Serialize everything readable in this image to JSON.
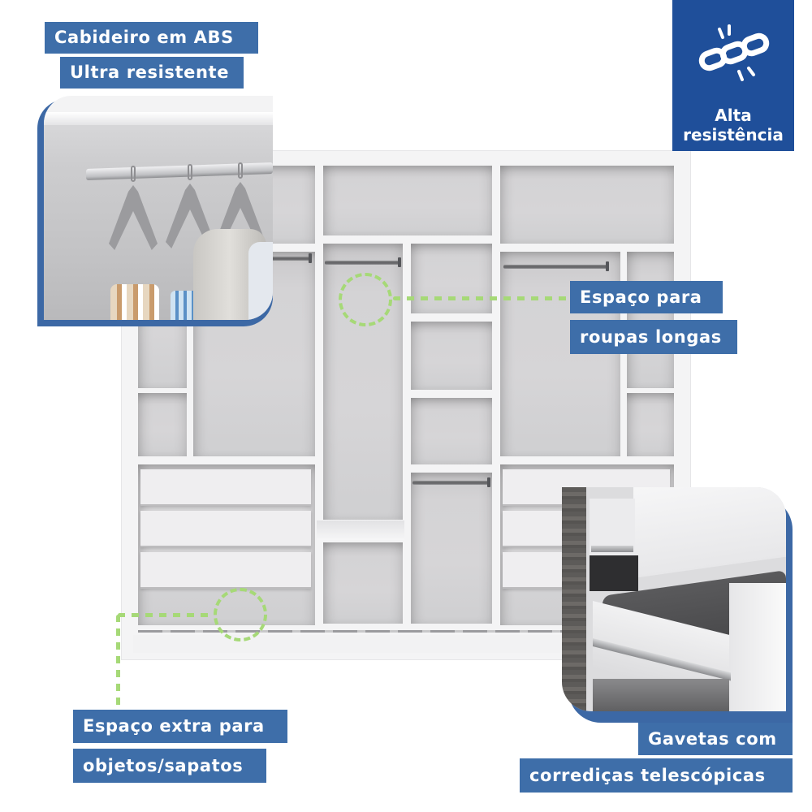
{
  "badge": {
    "icon": "broken-chain-icon",
    "line1": "Alta",
    "line2": "resistência",
    "bg_color": "#1f4f9a"
  },
  "labels": {
    "hanger_rod": [
      "Cabideiro em ABS",
      "Ultra resistente"
    ],
    "long_clothes": [
      "Espaço para",
      "roupas longas"
    ],
    "extra_space": [
      "Espaço extra para",
      "objetos/sapatos"
    ],
    "drawers": [
      "Gavetas com",
      "corrediças telescópicas"
    ]
  },
  "colors": {
    "label_bg": "#3e6ea9",
    "label_text": "#ffffff",
    "callout_dots": "#a6d977",
    "wardrobe_frame": "#f4f4f5",
    "wardrobe_interior": "#d3d2d4"
  },
  "insets": {
    "hanger_photo": "closet-rod-with-hangers-image",
    "drawer_photo": "telescopic-drawer-slide-image"
  }
}
